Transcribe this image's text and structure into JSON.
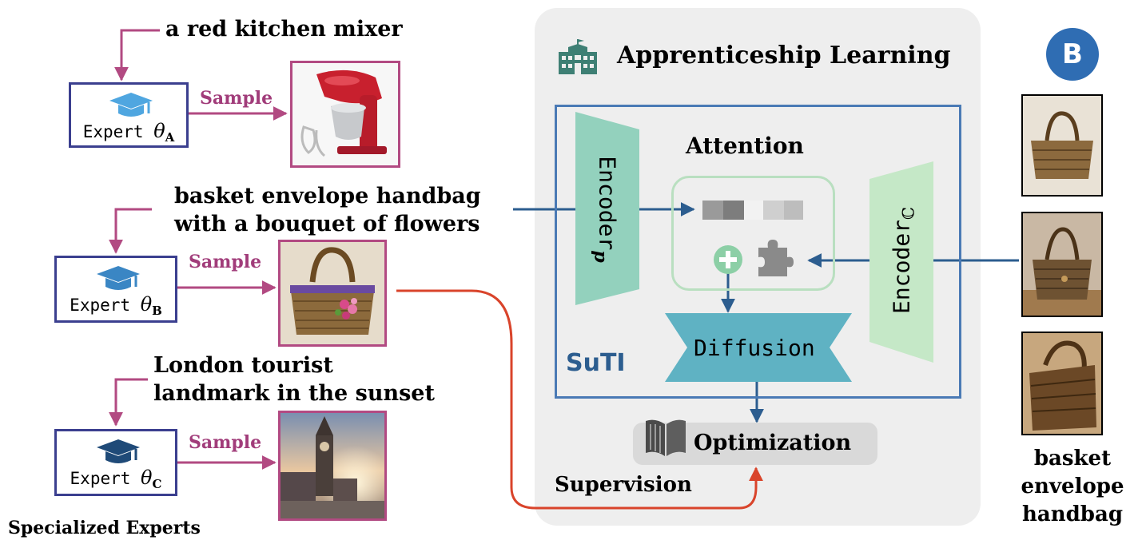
{
  "experts": [
    {
      "prompt": "a red kitchen mixer",
      "name": "Expert",
      "theta": "θ",
      "sub": "A",
      "sample": "Sample"
    },
    {
      "prompt_line1": "basket envelope handbag",
      "prompt_line2": "with a bouquet of flowers",
      "name": "Expert",
      "theta": "θ",
      "sub": "B",
      "sample": "Sample"
    },
    {
      "prompt_line1": "London tourist",
      "prompt_line2": "landmark in the sunset",
      "name": "Expert",
      "theta": "θ",
      "sub": "C",
      "sample": "Sample"
    }
  ],
  "experts_caption": "Specialized Experts",
  "panel": {
    "title": "Apprenticeship Learning",
    "suti": "SuTI",
    "encoder_p": "Encoder",
    "encoder_p_sub": "p",
    "encoder_c": "Encoder",
    "encoder_c_sub": "ℂ",
    "attention": "Attention",
    "diffusion": "Diffusion",
    "optimization": "Optimization",
    "supervision": "Supervision"
  },
  "badge": "B",
  "ref_caption": [
    "basket",
    "envelope",
    "handbag"
  ],
  "colors": {
    "expert_border": "#3b3f8f",
    "sample_arrow": "#b24a82",
    "flow_arrow": "#2c5d8f",
    "supervision_arrow": "#d9442b",
    "encoder": "#93d1bd",
    "encoder_c": "#c5e8c7",
    "diffusion": "#5fb2c3",
    "suti_box": "#4a7ab5",
    "badge": "#2f6db3"
  }
}
